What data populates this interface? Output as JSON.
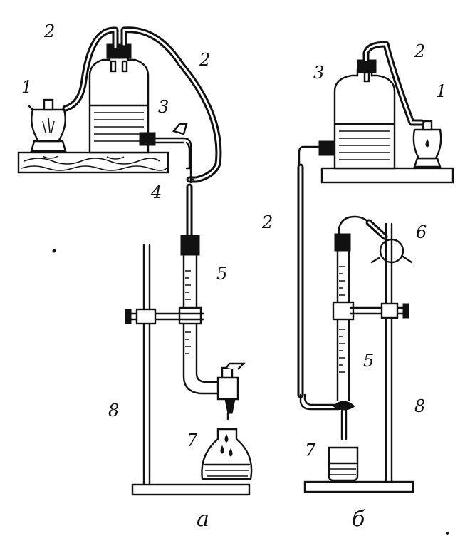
{
  "figure": {
    "panel_a": {
      "caption": "а",
      "labels": {
        "absorber_1": "1",
        "hose_2_left": "2",
        "hose_2_right": "2",
        "bottle_3": "3",
        "tee_4": "4",
        "burette_5": "5",
        "flask_7": "7",
        "stand_8": "8"
      }
    },
    "panel_b": {
      "caption": "б",
      "labels": {
        "absorber_1": "1",
        "hose_2_top": "2",
        "hose_2_side": "2",
        "bottle_3": "3",
        "burette_5": "5",
        "bulb_6": "6",
        "beaker_7": "7",
        "stand_8": "8"
      }
    }
  }
}
